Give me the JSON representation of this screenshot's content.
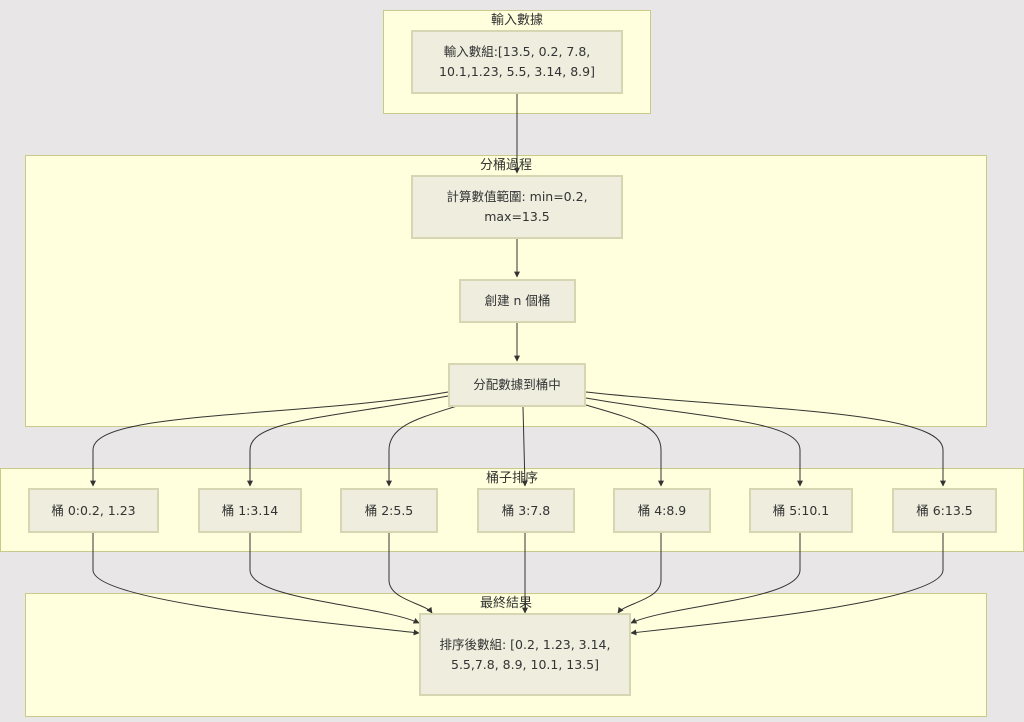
{
  "clusters": {
    "input": {
      "label": "輸入數據"
    },
    "process": {
      "label": "分桶過程"
    },
    "sort": {
      "label": "桶子排序"
    },
    "result": {
      "label": "最終結果"
    }
  },
  "nodes": {
    "input_array": "輸入數組:[13.5, 0.2, 7.8, 10.1,1.23, 5.5, 3.14, 8.9]",
    "calc_range": "計算數值範圍: min=0.2, max=13.5",
    "create_buckets": "創建 n 個桶",
    "distribute": "分配數據到桶中",
    "buckets": [
      "桶 0:0.2, 1.23",
      "桶 1:3.14",
      "桶 2:5.5",
      "桶 3:7.8",
      "桶 4:8.9",
      "桶 5:10.1",
      "桶 6:13.5"
    ],
    "sorted_array": "排序後數組: [0.2, 1.23, 3.14, 5.5,7.8, 8.9, 10.1, 13.5]"
  },
  "colors": {
    "cluster_fill": "#ffffdd",
    "cluster_border": "#c9c98a",
    "node_fill": "#eeedde",
    "node_border": "#d6d6b3",
    "edge": "#333333",
    "background": "#e8e6e7"
  }
}
